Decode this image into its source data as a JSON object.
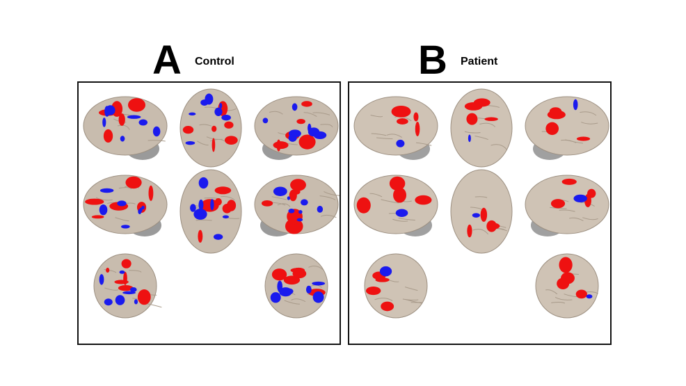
{
  "panels": [
    {
      "letter": "A",
      "label": "Control",
      "colors": {
        "brain": "#c8bcae",
        "activation": "#ee1111",
        "deactivation": "#1a1aee",
        "cerebellum": "#9a9a9a"
      }
    },
    {
      "letter": "B",
      "label": "Patient",
      "colors": {
        "brain": "#cfc3b5",
        "activation": "#ee1111",
        "deactivation": "#1a1aee",
        "cerebellum": "#a0a0a0"
      }
    }
  ]
}
